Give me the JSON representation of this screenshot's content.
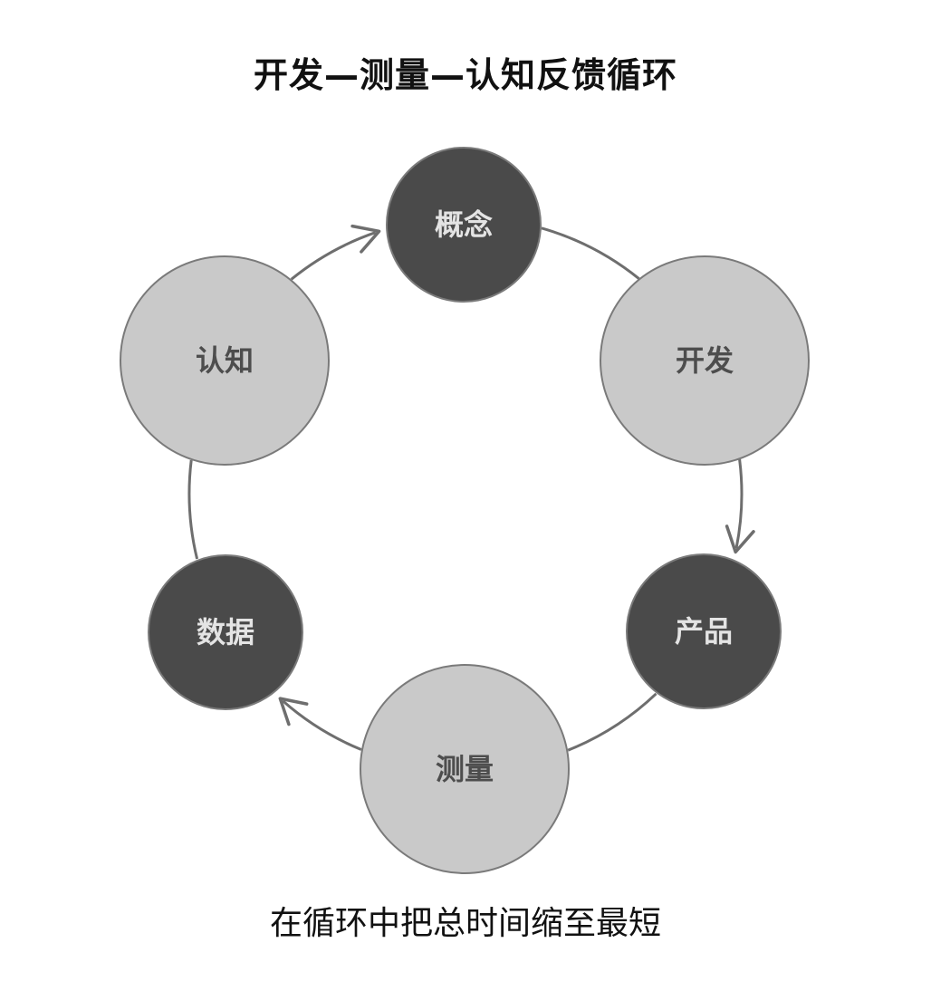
{
  "title": "开发—测量—认知反馈循环",
  "caption": "在循环中把总时间缩至最短",
  "colors": {
    "dark_node_fill": "#4a4a4a",
    "dark_node_text": "#e4e4e4",
    "light_node_fill": "#c9c9c9",
    "light_node_text": "#4d4d4d",
    "node_stroke": "#7a7a7a",
    "connector": "#6e6e6e"
  },
  "nodes": [
    {
      "id": "concept",
      "label": "概念",
      "shade": "dark"
    },
    {
      "id": "build",
      "label": "开发",
      "shade": "light"
    },
    {
      "id": "product",
      "label": "产品",
      "shade": "dark"
    },
    {
      "id": "measure",
      "label": "测量",
      "shade": "light"
    },
    {
      "id": "data",
      "label": "数据",
      "shade": "dark"
    },
    {
      "id": "learn",
      "label": "认知",
      "shade": "light"
    }
  ],
  "edges": [
    {
      "from": "concept",
      "to": "build",
      "arrow": false
    },
    {
      "from": "build",
      "to": "product",
      "arrow": true
    },
    {
      "from": "product",
      "to": "measure",
      "arrow": false
    },
    {
      "from": "measure",
      "to": "data",
      "arrow": true
    },
    {
      "from": "data",
      "to": "learn",
      "arrow": false
    },
    {
      "from": "learn",
      "to": "concept",
      "arrow": true
    }
  ]
}
